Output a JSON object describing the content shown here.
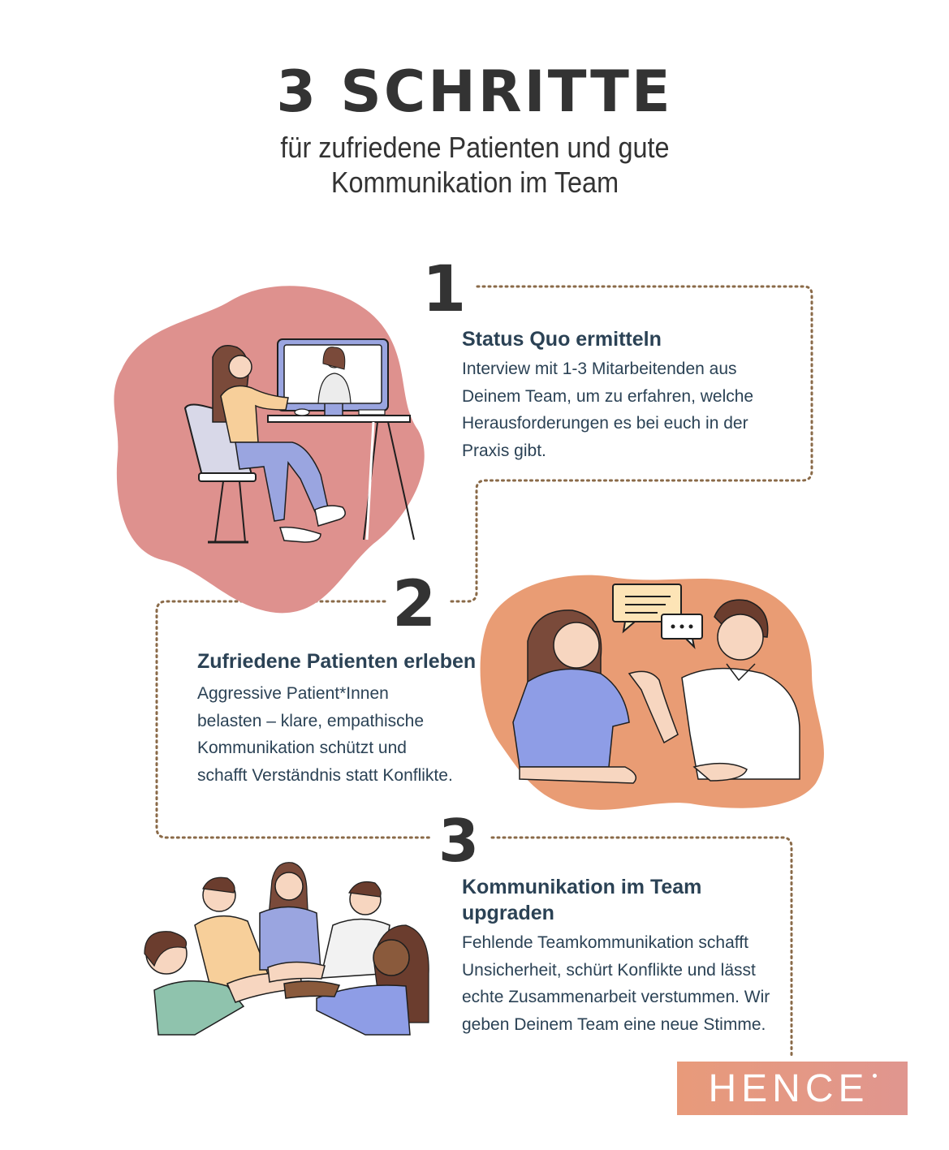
{
  "header": {
    "title": "3 SCHRITTE",
    "subtitle_line1": "für zufriedene Patienten und gute",
    "subtitle_line2": "Kommunikation im Team"
  },
  "steps": [
    {
      "number": "1",
      "title": "Status Quo ermitteln",
      "body": [
        "Interview mit 1-3 Mitarbeitenden aus",
        "Deinem Team, um zu erfahren, welche",
        "Herausforderungen es bei euch in der",
        "Praxis gibt."
      ],
      "illustration": "video-call-desk-icon"
    },
    {
      "number": "2",
      "title": "Zufriedene Patienten erleben",
      "body": [
        "Aggressive Patient*Innen",
        "belasten – klare, empathische",
        "Kommunikation schützt und",
        "schafft Verständnis statt Konflikte."
      ],
      "illustration": "conversation-icon"
    },
    {
      "number": "3",
      "title_line1": "Kommunikation im Team",
      "title_line2": "upgraden",
      "body": [
        "Fehlende Teamkommunikation schafft",
        "Unsicherheit, schürt Konflikte und lässt",
        "echte Zusammenarbeit verstummen. Wir",
        "geben Deinem Team eine neue Stimme."
      ],
      "illustration": "team-hands-icon"
    }
  ],
  "logo": {
    "text": "HENCE"
  },
  "colors": {
    "dotted_path": "#8a6a48",
    "blob_step1": "#de918e",
    "blob_step2": "#e99c74",
    "text_heading": "#333333",
    "text_body": "#2b4255"
  }
}
